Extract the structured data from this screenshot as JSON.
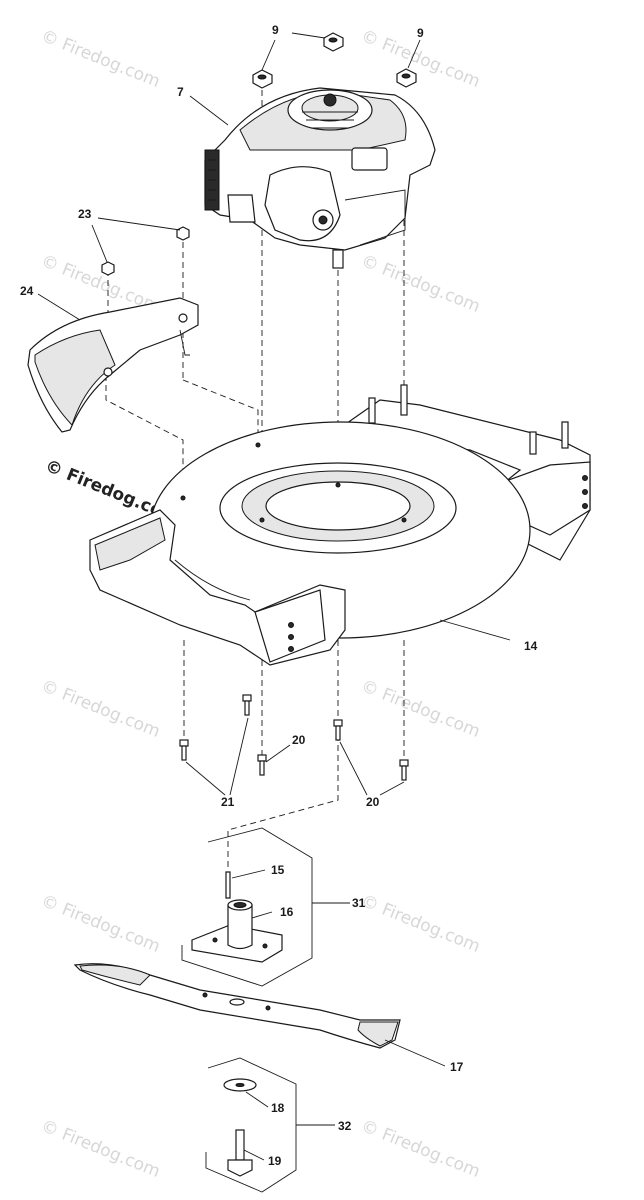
{
  "callouts": {
    "c9a": "9",
    "c9b": "9",
    "c7": "7",
    "c23": "23",
    "c24": "24",
    "c14": "14",
    "c20a": "20",
    "c20b": "20",
    "c21": "21",
    "c15": "15",
    "c16": "16",
    "c31": "31",
    "c17": "17",
    "c18": "18",
    "c32": "32",
    "c19": "19"
  },
  "watermark": {
    "text": "© Firedog.com"
  }
}
